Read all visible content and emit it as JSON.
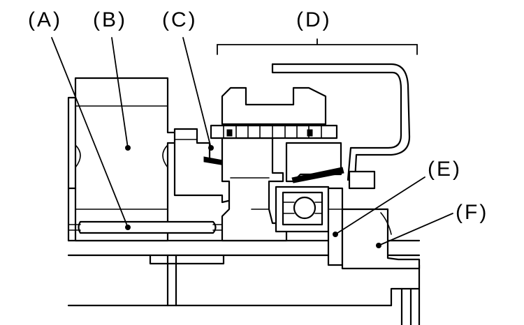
{
  "labels": {
    "a": "(A)",
    "b": "(B)",
    "c": "(C)",
    "d": "(D)",
    "e": "(E)",
    "f": "(F)"
  },
  "colors": {
    "line": "#000000",
    "background": "#ffffff"
  }
}
